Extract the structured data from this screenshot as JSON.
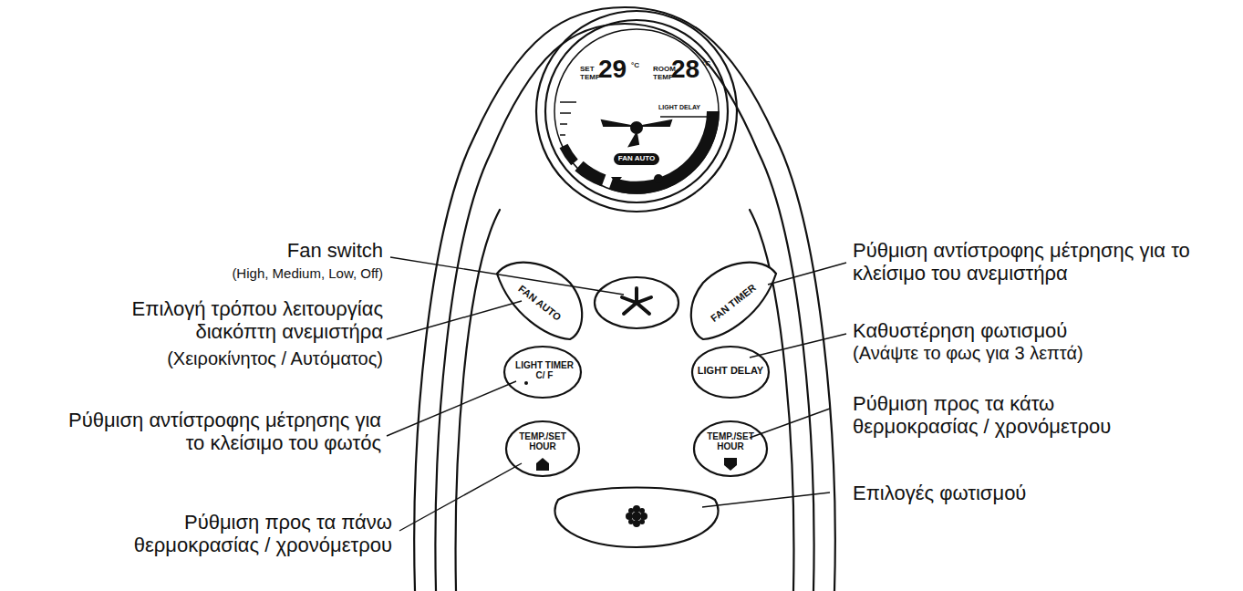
{
  "diagram": {
    "nodes": [
      {
        "text": [
          "FAN AUTO"
        ]
      },
      {
        "text": [
          "FAN AUTO"
        ]
      },
      {
        "text": [
          "FAN TIMER"
        ]
      },
      {
        "text": [
          "LIGHT TIMER",
          "C/ F"
        ]
      },
      {
        "text": [
          "LIGHT DELAY"
        ]
      },
      {
        "text": [
          "TEMP./SET",
          "HOUR"
        ]
      },
      {
        "text": [
          "TEMP./SET",
          "HOUR"
        ]
      }
    ],
    "labels": [
      "SET",
      "TEMP",
      "29",
      "°C",
      "ROOM",
      "TEMP",
      "28",
      "°C",
      "LIGHT DELAY",
      "Fan switch",
      "(High, Medium, Low, Off)",
      "Επιλογή τρόπου λειτουργίας διακόπτη ανεμιστήρα",
      "(Χειροκίνητος / Αυτόματος)",
      "Ρύθμιση αντίστροφης μέτρησης για το κλείσιμο του φωτός",
      "Ρύθμιση προς τα πάνω θερμοκρασίας / χρονόμετρου",
      "Ρύθμιση αντίστροφης μέτρησης για το κλείσιμο του ανεμιστήρα",
      "Καθυστέρηση φωτισμού",
      "(Ανάψτε το φως για 3 λεπτά)",
      "Ρύθμιση προς τα κάτω θερμοκρασίας / χρονόμετρου",
      "Επιλογές φωτισμού"
    ]
  }
}
